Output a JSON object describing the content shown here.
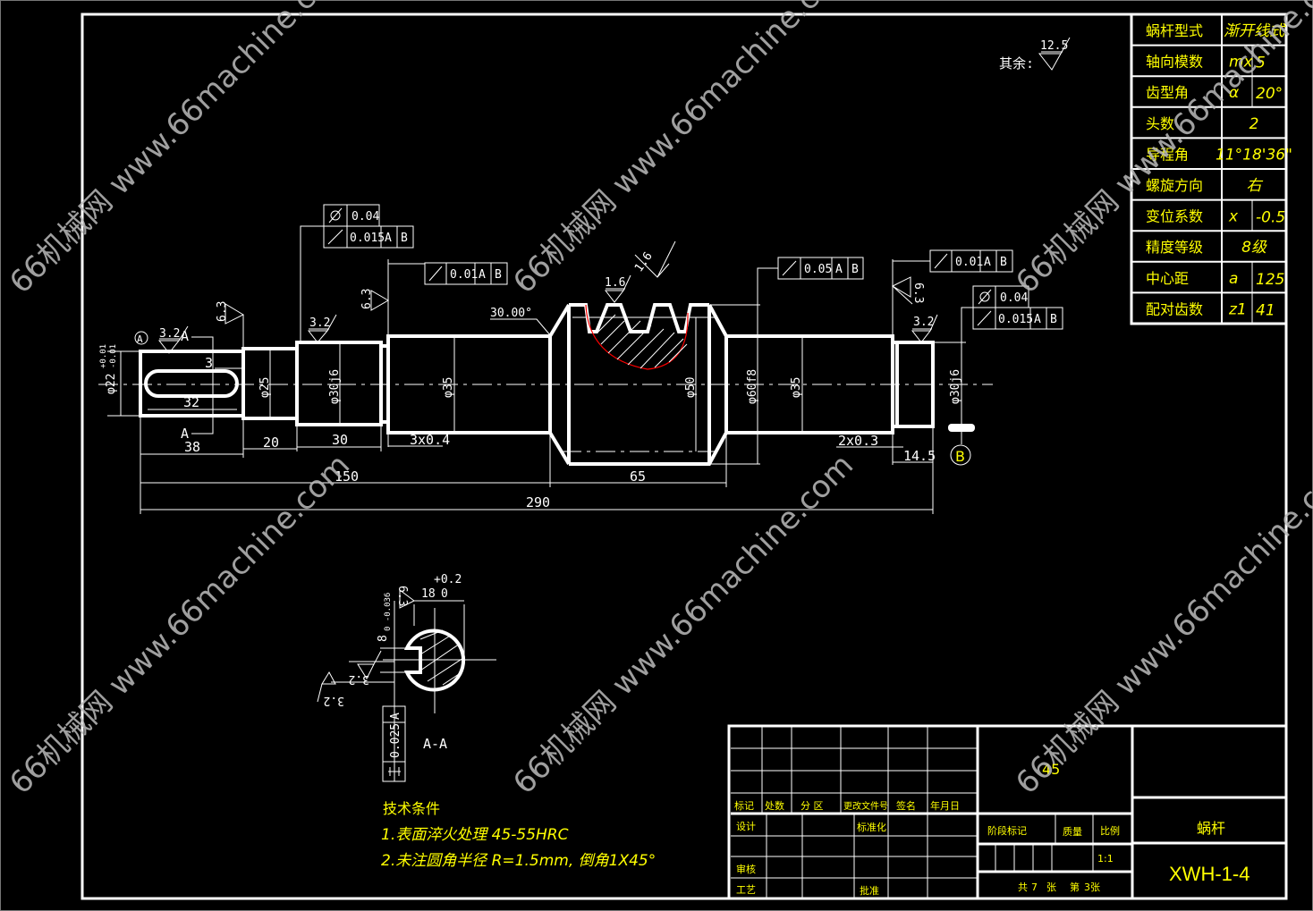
{
  "colors": {
    "background": "#000000",
    "lines": "#ffffff",
    "text_yellow": "#ffff00",
    "section_boundary": "#ff0000",
    "watermark": "#bbbbbb"
  },
  "watermark": "66机械网 www.66machine.com",
  "general_finish": {
    "label": "其余:",
    "value": "12.5"
  },
  "param_table": [
    {
      "label": "蜗杆型式",
      "symbol": "",
      "value": "渐开线式"
    },
    {
      "label": "轴向模数",
      "symbol": "mx",
      "value": "5"
    },
    {
      "label": "齿型角",
      "symbol": "α",
      "value": "20°"
    },
    {
      "label": "头数",
      "symbol": "",
      "value": "2"
    },
    {
      "label": "导程角",
      "symbol": "",
      "value": "11°18'36\""
    },
    {
      "label": "螺旋方向",
      "symbol": "",
      "value": "右"
    },
    {
      "label": "变位系数",
      "symbol": "x",
      "value": "-0.5"
    },
    {
      "label": "精度等级",
      "symbol": "",
      "value": "8级"
    },
    {
      "label": "中心距",
      "symbol": "a",
      "value": "125"
    },
    {
      "label": "配对齿数",
      "symbol": "z1",
      "value": "41"
    }
  ],
  "dimensions": {
    "d22": "φ22",
    "d22_tol_upper": "+0.01",
    "d22_tol_lower": "-0.01",
    "d25": "φ25",
    "d30j6_left": "φ30j6",
    "d35_left": "φ35",
    "d50": "φ50",
    "d60f8": "φ60f8",
    "d35_right": "φ35",
    "d30j6_right": "φ30j6",
    "l38": "38",
    "l20": "20",
    "l30": "30",
    "l150": "150",
    "l65": "65",
    "l290": "290",
    "l32": "32",
    "l3": "3",
    "l14_5": "14.5",
    "groove_left": "3x0.4",
    "groove_right": "2x0.3",
    "angle": "30.00°"
  },
  "surface_finish": {
    "key_top": "3.2",
    "shoulder_left": "6.3",
    "journal_left": "3.2",
    "shaft_left": "6.3",
    "tooth1": "1.6",
    "tooth2": "1.6",
    "shaft_right": "6.3",
    "journal_right": "3.2"
  },
  "datums": {
    "a": "A",
    "b": "B"
  },
  "section_marks": {
    "top": "A",
    "bottom": "A"
  },
  "gdt": {
    "left_cyl": "0.04",
    "left_runout": "0.015",
    "shaft_runout": "0.01",
    "worm_runout": "0.05",
    "right_shaft_runout": "0.01",
    "right_cyl": "0.04",
    "right_runout": "0.015",
    "ref_a": "A",
    "ref_b": "B"
  },
  "section_view": {
    "label": "A-A",
    "width_nominal": "18",
    "width_upper": "+0.2",
    "width_lower": "0",
    "depth": "8",
    "depth_tol": "0 -0.036",
    "finish_top": "6.3",
    "finish_side1": "3.2",
    "finish_side2": "3.2",
    "symmetry_value": "0.025",
    "symmetry_ref": "A"
  },
  "tech_notes": {
    "title": "技术条件",
    "items": [
      "1.表面淬火处理 45-55HRC",
      "2.未注圆角半径 R=1.5mm, 倒角1X45°"
    ]
  },
  "title_block": {
    "headers": [
      "标记",
      "处数",
      "分 区",
      "更改文件号",
      "签名",
      "年月日"
    ],
    "design": "设计",
    "standardize": "标准化",
    "review": "审核",
    "process": "工艺",
    "approve": "批准",
    "material": "45",
    "stage_mark": "阶段标记",
    "weight": "质量",
    "scale_label": "比例",
    "scale": "1:1",
    "sheet_total_prefix": "共",
    "sheet_total": "7",
    "sheet_total_suffix": "张",
    "sheet_no_prefix": "第",
    "sheet_no": "3张",
    "part_name": "蜗杆",
    "drawing_no": "XWH-1-4"
  }
}
